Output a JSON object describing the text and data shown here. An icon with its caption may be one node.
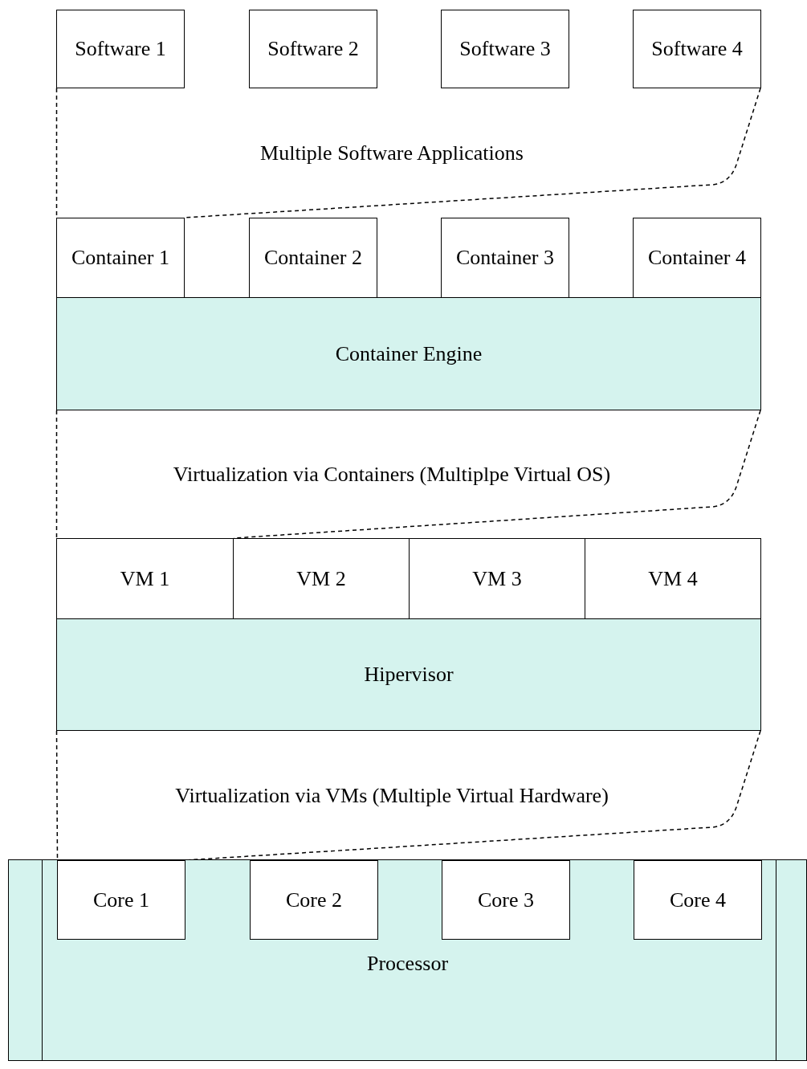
{
  "diagram": {
    "nodes": [
      {
        "text": [
          "Software 1"
        ]
      },
      {
        "text": [
          "Software 2"
        ]
      },
      {
        "text": [
          "Software 3"
        ]
      },
      {
        "text": [
          "Software 4"
        ]
      },
      {
        "text": [
          "Container 1"
        ]
      },
      {
        "text": [
          "Container 2"
        ]
      },
      {
        "text": [
          "Container 3"
        ]
      },
      {
        "text": [
          "Container 4"
        ]
      },
      {
        "text": [
          "Container Engine"
        ]
      },
      {
        "text": [
          "VM 1"
        ]
      },
      {
        "text": [
          "VM 2"
        ]
      },
      {
        "text": [
          "VM 3"
        ]
      },
      {
        "text": [
          "VM 4"
        ]
      },
      {
        "text": [
          "Hipervisor"
        ]
      },
      {
        "text": [
          "Processor"
        ]
      },
      {
        "text": [
          "Core 1"
        ],
        "in": 14
      },
      {
        "text": [
          "Core 2"
        ],
        "in": 14
      },
      {
        "text": [
          "Core 3"
        ],
        "in": 14
      },
      {
        "text": [
          "Core 4"
        ],
        "in": 14
      }
    ],
    "edges": [
      {
        "from": 0,
        "to": 4,
        "arrow": "none",
        "style": "dashed"
      },
      {
        "from": 3,
        "to": 4,
        "arrow": "none",
        "style": "dashed"
      },
      {
        "from": 8,
        "to": 9,
        "arrow": "none",
        "style": "dashed"
      },
      {
        "from": 8,
        "to": 9,
        "arrow": "none",
        "style": "dashed"
      },
      {
        "from": 13,
        "to": 15,
        "arrow": "none",
        "style": "dashed"
      },
      {
        "from": 13,
        "to": 15,
        "arrow": "none",
        "style": "dashed"
      }
    ],
    "labels": [
      "Multiple Software Applications",
      "Virtualization via Containers (Multiplpe Virtual OS)",
      "Virtualization via VMs (Multiple Virtual Hardware)"
    ]
  }
}
